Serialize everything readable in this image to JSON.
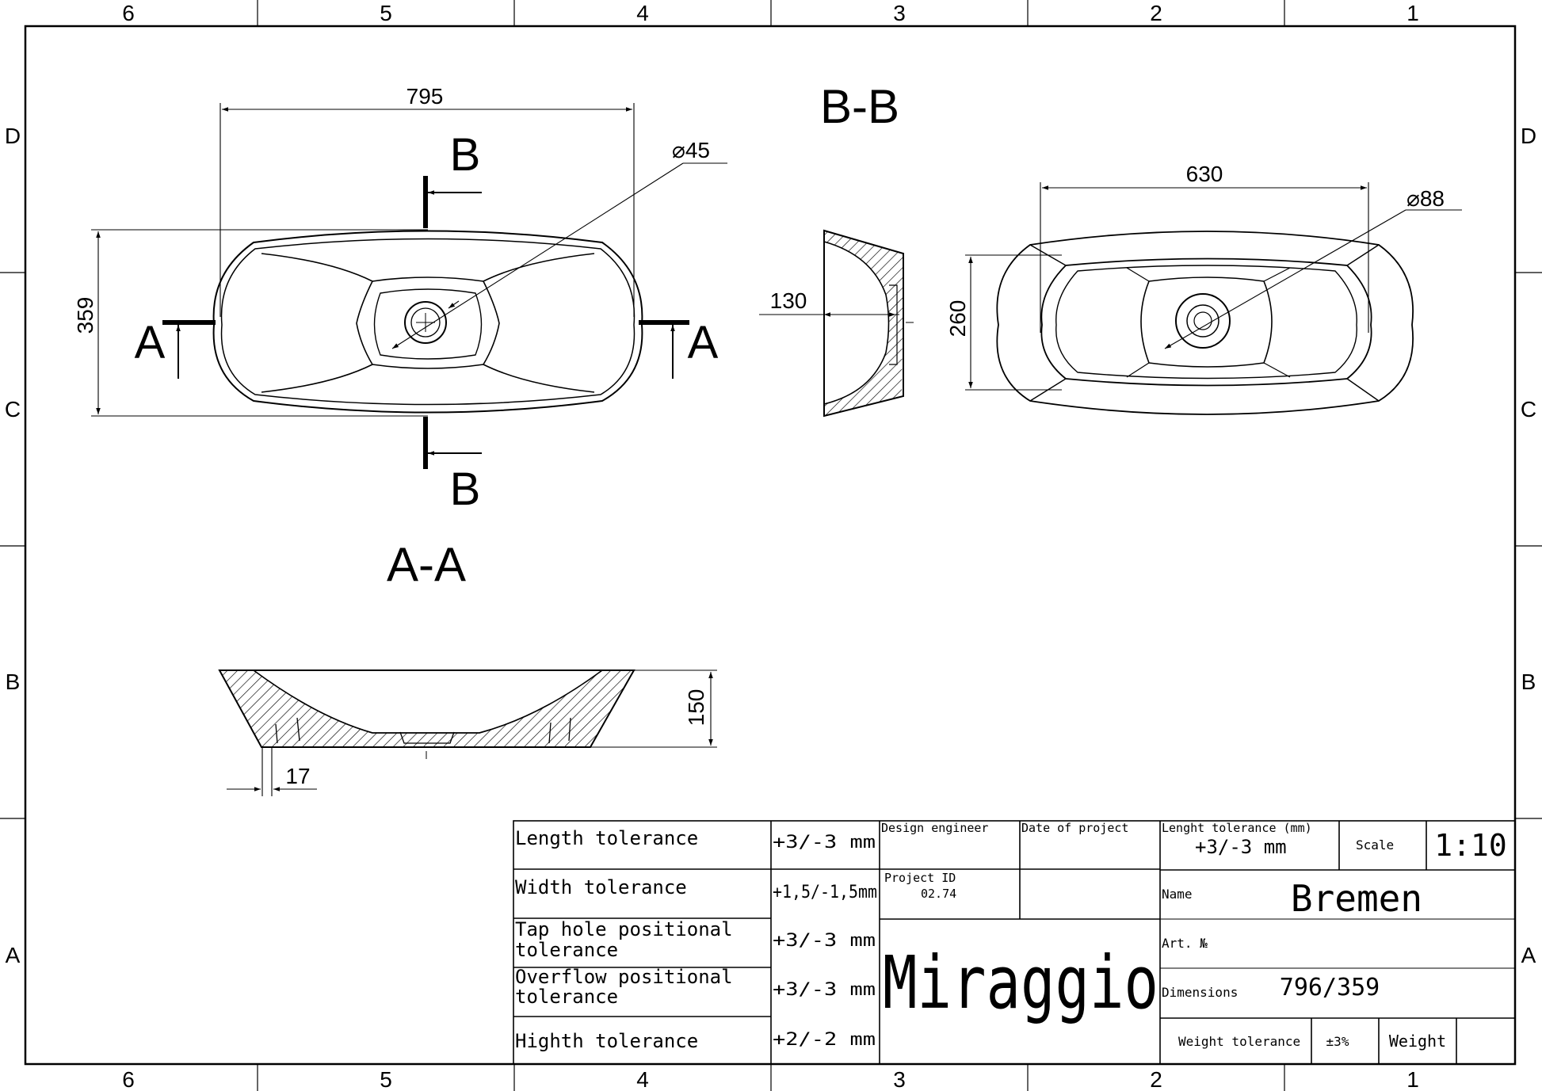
{
  "frame": {
    "columns": [
      "6",
      "5",
      "4",
      "3",
      "2",
      "1"
    ],
    "rows": [
      "D",
      "C",
      "B",
      "A"
    ]
  },
  "views": {
    "top_view": {
      "length": "795",
      "width": "359",
      "drain_diameter": "⌀45",
      "section_b_mark": "B",
      "section_a_mark": "A"
    },
    "section_bb": {
      "title": "B-B",
      "depth": "130"
    },
    "bottom_view": {
      "length": "630",
      "width": "260",
      "drain_diameter": "⌀88"
    },
    "section_aa": {
      "title": "A-A",
      "height": "150",
      "wall": "17"
    }
  },
  "title_block": {
    "tolerances": [
      {
        "label_lines": [
          "Length tolerance"
        ],
        "value": "+3/-3 mm"
      },
      {
        "label_lines": [
          "Width tolerance"
        ],
        "value": "+1,5/-1,5mm"
      },
      {
        "label_lines": [
          "Tap hole positional",
          "tolerance"
        ],
        "value": "+3/-3 mm"
      },
      {
        "label_lines": [
          "Overflow positional",
          "tolerance"
        ],
        "value": "+3/-3 mm"
      },
      {
        "label_lines": [
          "Highth tolerance"
        ],
        "value": "+2/-2 mm"
      }
    ],
    "design_engineer_label": "Design engineer",
    "date_of_project_label": "Date of project",
    "project_id_label": "Project ID",
    "project_id_value": "02.74",
    "brand": "Miraggio",
    "length_tolerance_label": "Lenght tolerance (mm)",
    "length_tolerance_value": "+3/-3 mm",
    "scale_label": "Scale",
    "scale_value": "1:10",
    "name_label": "Name",
    "name_value": "Bremen",
    "art_label": "Art. №",
    "art_value": "",
    "dimensions_label": "Dimensions",
    "dimensions_value": "796/359",
    "weight_tolerance_label": "Weight tolerance",
    "weight_tolerance_value": "±3%",
    "weight_label": "Weight",
    "weight_value": ""
  }
}
